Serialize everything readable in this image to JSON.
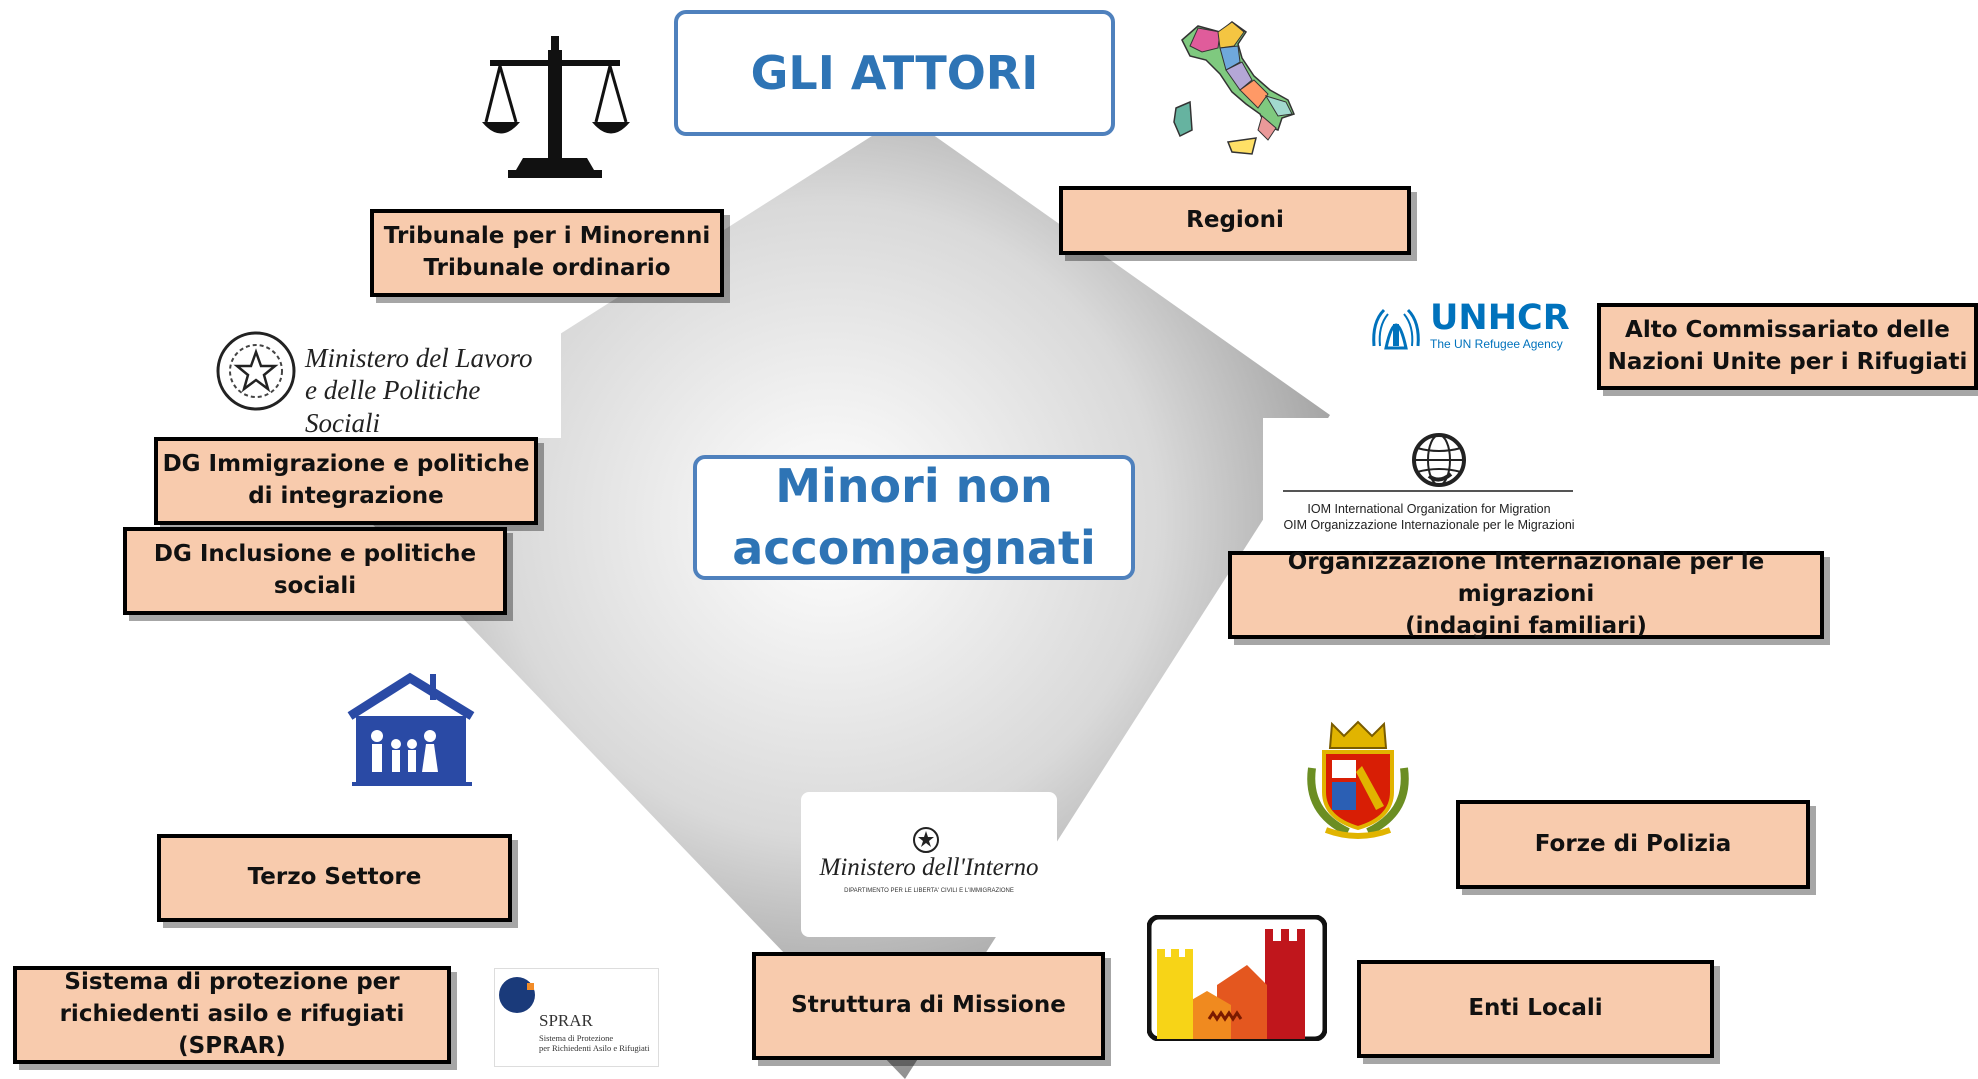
{
  "title": "GLI ATTORI",
  "center": {
    "line1": "Minori non",
    "line2": "accompagnati"
  },
  "actors": {
    "tribunale": {
      "line1": "Tribunale per i Minorenni",
      "line2": "Tribunale ordinario"
    },
    "regioni": {
      "label": "Regioni"
    },
    "dg_immigrazione": {
      "line1": "DG Immigrazione e politiche",
      "line2": "di integrazione"
    },
    "dg_inclusione": {
      "line1": "DG Inclusione e politiche",
      "line2": "sociali"
    },
    "unhcr_box": {
      "line1": "Alto Commissariato delle",
      "line2": "Nazioni Unite per i Rifugiati"
    },
    "oim_box": {
      "line1": "Organizzazione Internazionale per le migrazioni",
      "line2": "(indagini familiari)"
    },
    "terzo_settore": {
      "label": "Terzo Settore"
    },
    "forze_polizia": {
      "label": "Forze di Polizia"
    },
    "sprar_box": {
      "line1": "Sistema di protezione per",
      "line2": "richiedenti asilo e rifugiati (SPRAR)"
    },
    "struttura": {
      "label": "Struttura di Missione"
    },
    "enti_locali": {
      "label": "Enti Locali"
    }
  },
  "logos": {
    "ministero_lavoro": {
      "line1": "Ministero del Lavoro",
      "line2": "e delle Politiche Sociali"
    },
    "unhcr": {
      "name": "UNHCR",
      "tagline": "The UN Refugee Agency"
    },
    "iom": {
      "line1": "IOM International Organization for Migration",
      "line2": "OIM Organizzazione Internazionale per le Migrazioni"
    },
    "ministero_interno": {
      "name": "Ministero dell'Interno",
      "sub": "DIPARTIMENTO PER LE LIBERTA' CIVILI E L'IMMIGRAZIONE"
    },
    "sprar": {
      "name": "SPRAR",
      "line1": "Sistema di Protezione",
      "line2": "per Richiedenti Asilo e Rifugiati"
    },
    "icons": [
      "scales-of-justice-icon",
      "italy-map-icon",
      "family-house-icon",
      "police-crest-icon",
      "town-towers-icon",
      "emblem-icon"
    ]
  },
  "colors": {
    "box_fill": "#f8cbad",
    "title_blue": "#2e74b5",
    "border_blue": "#4f81bd",
    "unhcr_blue": "#0072bc"
  }
}
